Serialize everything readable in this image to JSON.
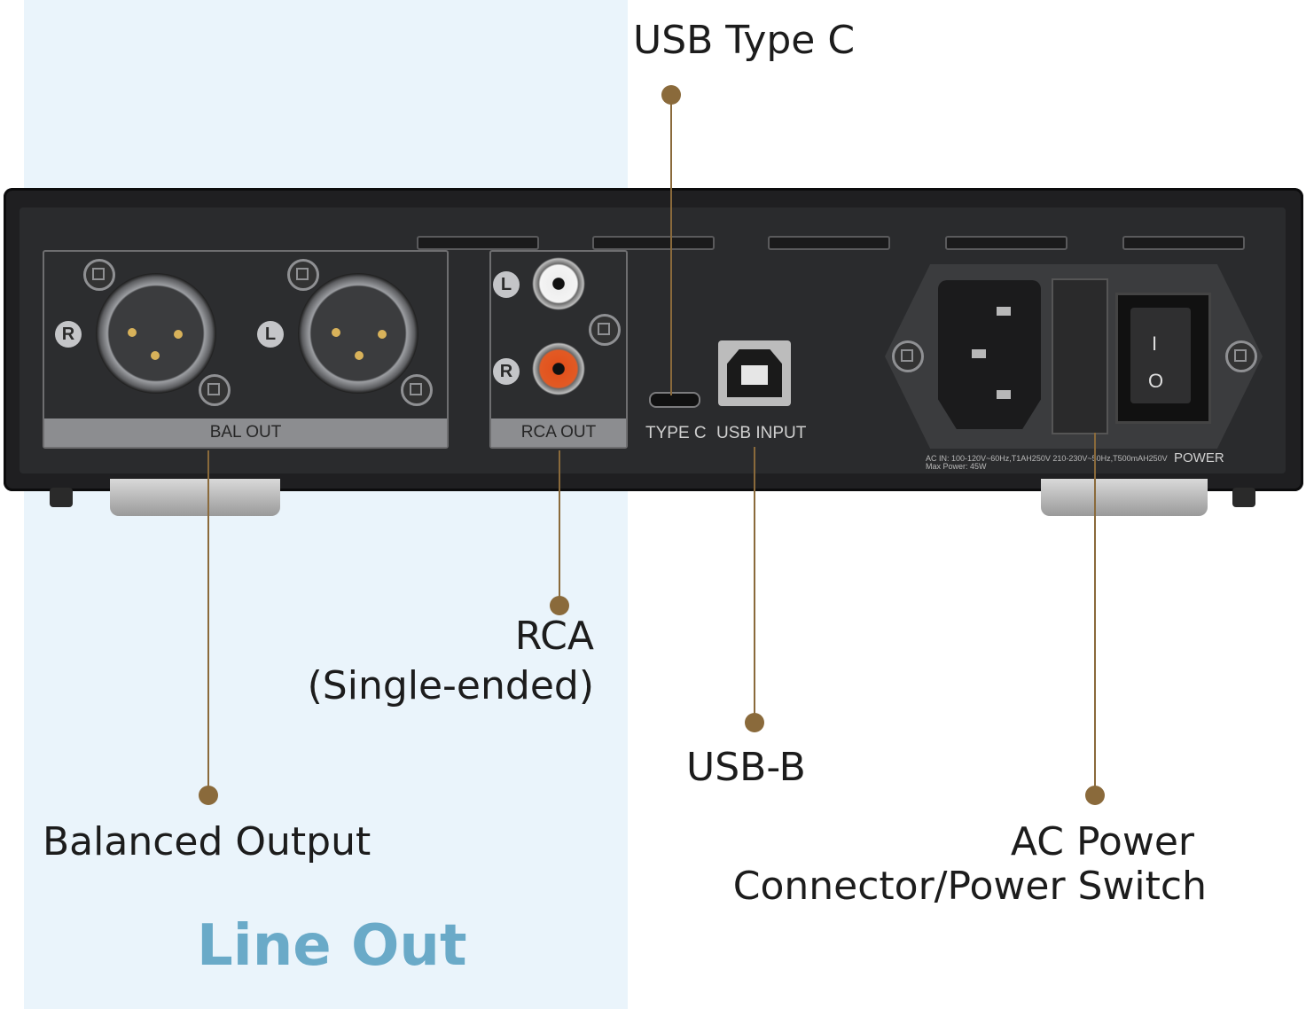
{
  "region_title": "Line Out",
  "panels": {
    "bal_out": "BAL OUT",
    "rca_out": "RCA OUT",
    "type_c": "TYPE C",
    "usb_input": "USB INPUT",
    "power": "POWER",
    "ac_spec_line1": "AC IN: 100-120V~60Hz,T1AH250V  210-230V~50Hz,T500mAH250V",
    "ac_spec_line2": "Max Power: 45W"
  },
  "channel_badges": {
    "right": "R",
    "left": "L"
  },
  "switch_marks": {
    "on": "I",
    "off": "O"
  },
  "callouts": {
    "usb_type_c": "USB Type C",
    "rca_line1": "RCA",
    "rca_line2": "(Single-ended)",
    "usb_b": "USB-B",
    "balanced": "Balanced Output",
    "ac_line1": "AC Power",
    "ac_line2": "Connector/Power Switch"
  },
  "colors": {
    "leader": "#8a6a3b",
    "title": "#6aaac8",
    "highlight_bg": "#eaf4fb"
  }
}
